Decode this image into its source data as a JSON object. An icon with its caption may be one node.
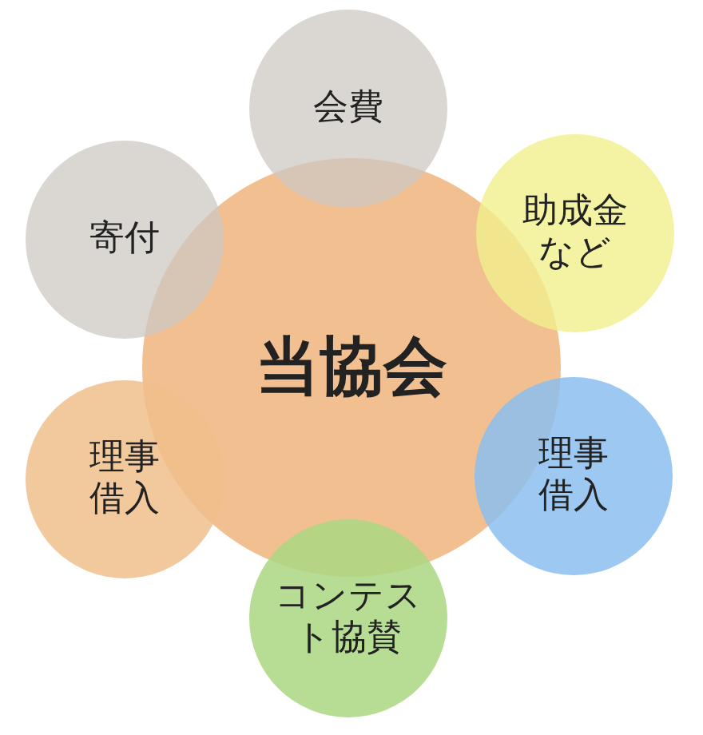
{
  "diagram": {
    "nodes": [
      {
        "text": [
          "当協会"
        ]
      },
      {
        "text": [
          "会費"
        ]
      },
      {
        "text": [
          "助成金など"
        ]
      },
      {
        "text": [
          "理事借入"
        ]
      },
      {
        "text": [
          "コンテスト協賛"
        ]
      },
      {
        "text": [
          "理事借入"
        ]
      },
      {
        "text": [
          "寄付"
        ]
      }
    ]
  }
}
